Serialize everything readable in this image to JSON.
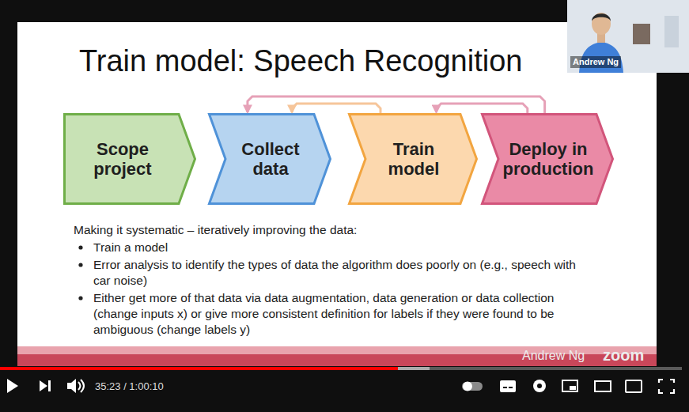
{
  "diagram": {
    "title": "Train model: Speech Recognition",
    "nodes": [
      {
        "text": [
          "Scope project"
        ]
      },
      {
        "text": [
          "Collect data"
        ]
      },
      {
        "text": [
          "Train model"
        ]
      },
      {
        "text": [
          "Deploy in production"
        ]
      }
    ],
    "edges": [
      {
        "from": 2,
        "to": 1,
        "arrow": "to"
      },
      {
        "from": 3,
        "to": 1,
        "arrow": "to"
      },
      {
        "from": 3,
        "to": 2,
        "arrow": "to"
      }
    ],
    "labels": [
      "Making it systematic – iteratively improving the data:",
      "Train a model",
      "Error analysis to identify the types of data the algorithm does poorly on (e.g., speech with car noise)",
      "Either get more of that data via data augmentation, data generation or data collection (change inputs x) or give more consistent definition for labels if they were found to be ambiguous (change labels y)",
      "Andrew Ng",
      "Andrew Ng",
      "zoom",
      "35:23 / 1:00:10"
    ]
  }
}
